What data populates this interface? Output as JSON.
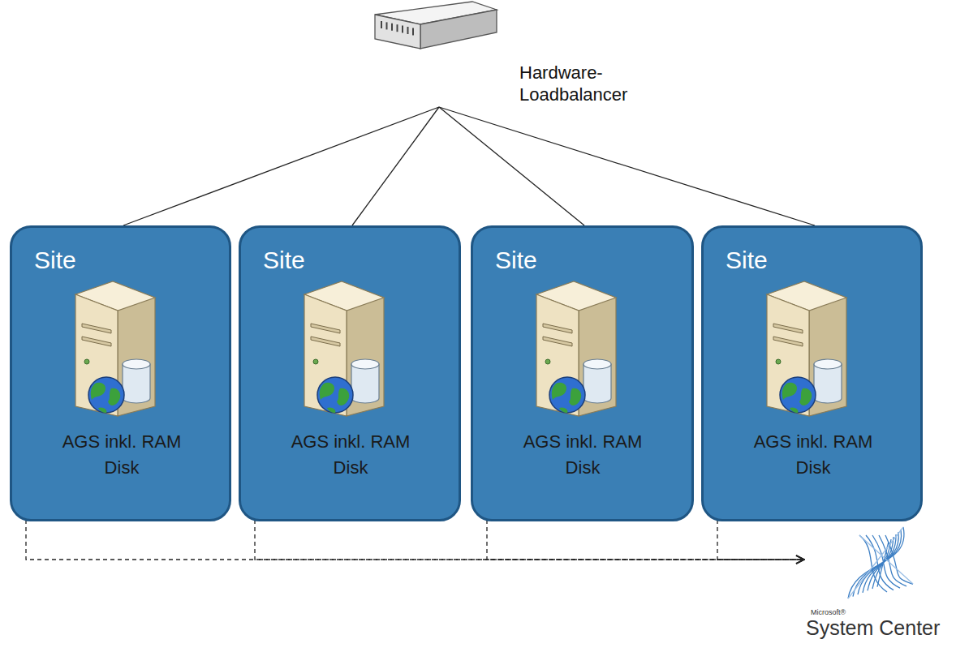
{
  "diagram": {
    "nodes": [
      {
        "text": [
          "Hardware- Loadbalancer"
        ]
      },
      {
        "text": [
          "Site"
        ]
      },
      {
        "text": [
          "AGS inkl. RAM Disk"
        ],
        "in": 1
      },
      {
        "text": [
          "Site"
        ]
      },
      {
        "text": [
          "AGS inkl. RAM Disk"
        ],
        "in": 3
      },
      {
        "text": [
          "Site"
        ]
      },
      {
        "text": [
          "AGS inkl. RAM Disk"
        ],
        "in": 5
      },
      {
        "text": [
          "Site"
        ]
      },
      {
        "text": [
          "AGS inkl. RAM Disk"
        ],
        "in": 7
      },
      {
        "text": [
          "Microsoft®",
          "System Center"
        ]
      }
    ],
    "edges": [
      {
        "from": 0,
        "to": 1,
        "arrow": "none"
      },
      {
        "from": 0,
        "to": 3,
        "arrow": "none"
      },
      {
        "from": 0,
        "to": 5,
        "arrow": "none"
      },
      {
        "from": 0,
        "to": 7,
        "arrow": "none"
      },
      {
        "from": 2,
        "to": 9,
        "arrow": "to"
      },
      {
        "from": 4,
        "to": 9,
        "arrow": "to"
      },
      {
        "from": 6,
        "to": 9,
        "arrow": "to"
      },
      {
        "from": 8,
        "to": 9,
        "arrow": "to"
      }
    ]
  }
}
